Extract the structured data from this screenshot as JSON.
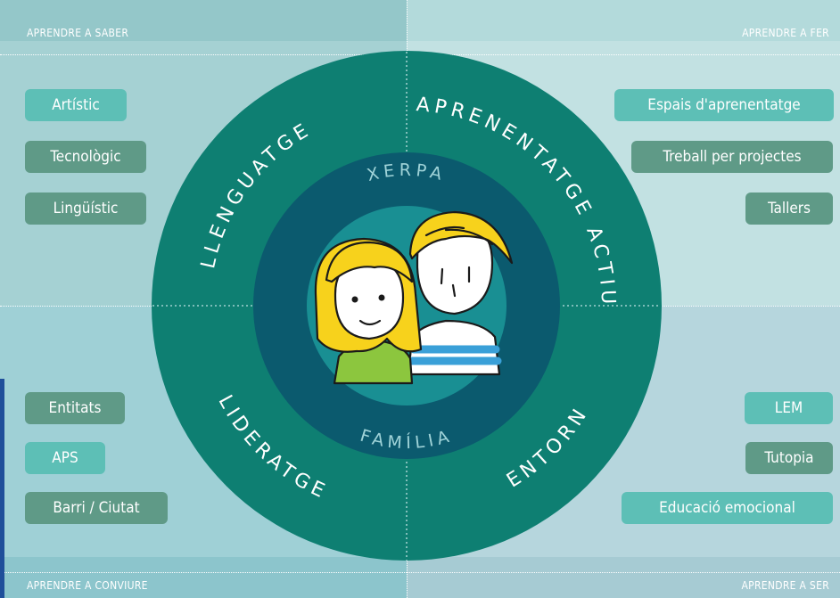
{
  "quadrants": {
    "top_left": "APRENDRE A SABER",
    "top_right": "APRENDRE A FER",
    "bottom_left": "APRENDRE A CONVIURE",
    "bottom_right": "APRENDRE A SER"
  },
  "left_top_items": [
    "Artístic",
    "Tecnològic",
    "Lingüístic"
  ],
  "right_top_items": [
    "Espais d'aprenentatge",
    "Treball per projectes",
    "Tallers"
  ],
  "left_bottom_items": [
    "Entitats",
    "APS",
    "Barri / Ciutat"
  ],
  "right_bottom_items": [
    "LEM",
    "Tutopia",
    "Educació emocional"
  ],
  "ring": {
    "top_left": "LLENGUATGE",
    "top_right": "APRENENTATGE ACTIU",
    "bottom_left": "ENTORN",
    "bottom_right": "LIDERATGE"
  },
  "inner": {
    "top": "XERPA",
    "bottom": "FAMÍLIA"
  },
  "colors": {
    "outer_ring": "#0e7f72",
    "inner_ring": "#0b5a6e",
    "center": "#198f93"
  }
}
